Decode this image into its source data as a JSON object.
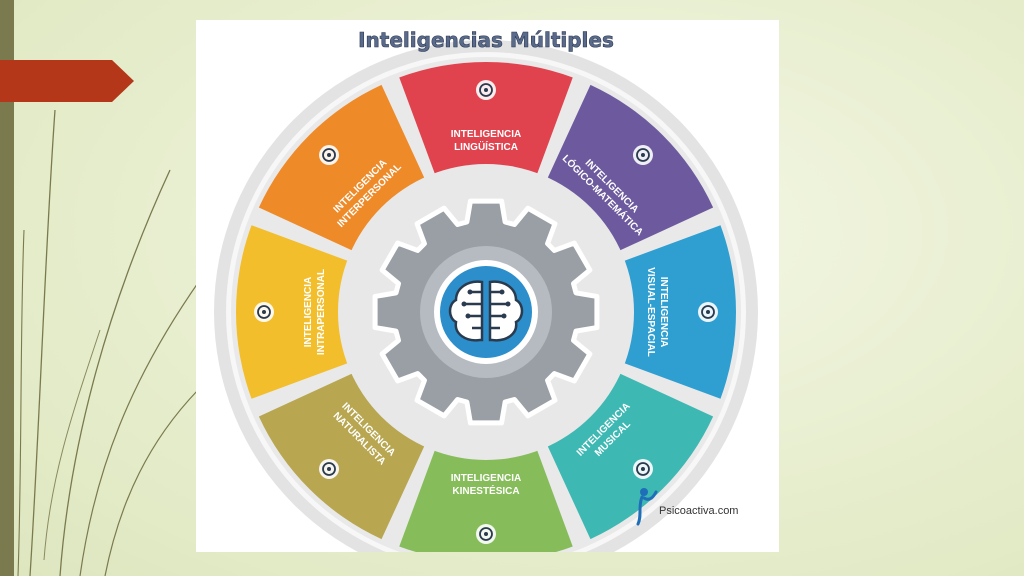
{
  "slide": {
    "accent_tab_color": "#b4371a",
    "left_bar_color": "#7b7a4e"
  },
  "diagram": {
    "title": "Inteligencias Múltiples",
    "title_color": "#5a6a8a",
    "center_icon": "brain-icon",
    "segments": [
      {
        "label1": "INTELIGENCIA",
        "label2": "LINGÜÍSTICA",
        "color": "#e0434d",
        "icon": "book-icon"
      },
      {
        "label1": "INTELIGENCIA",
        "label2": "LÓGICO-MATEMÁTICA",
        "color": "#6d5a9e",
        "icon": "gear-head-icon"
      },
      {
        "label1": "INTELIGENCIA",
        "label2": "VISUAL-ESPACIAL",
        "color": "#2f9fd2",
        "icon": "cubes-icon"
      },
      {
        "label1": "INTELIGENCIA",
        "label2": "MUSICAL",
        "color": "#3eb8b3",
        "icon": "headphones-icon"
      },
      {
        "label1": "INTELIGENCIA",
        "label2": "KINESTÉSICA",
        "color": "#86bd5a",
        "icon": "person-icon"
      },
      {
        "label1": "INTELIGENCIA",
        "label2": "NATURALISTA",
        "color": "#b8a650",
        "icon": "globe-icon"
      },
      {
        "label1": "INTELIGENCIA",
        "label2": "INTRAPERSONAL",
        "color": "#f3be2c",
        "icon": "head-question-icon"
      },
      {
        "label1": "INTELIGENCIA",
        "label2": "INTERPERSONAL",
        "color": "#ee8a28",
        "icon": "people-icon"
      }
    ],
    "footer": "Psicoactiva.com"
  }
}
